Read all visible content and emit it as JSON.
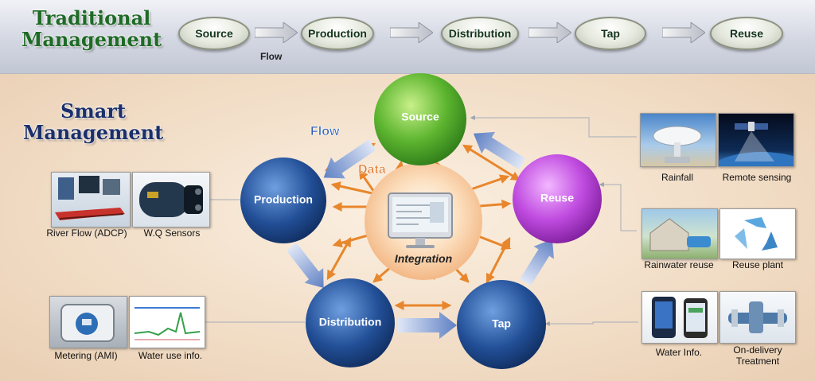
{
  "traditional": {
    "title_line1": "Traditional",
    "title_line2": "Management",
    "steps": [
      "Source",
      "Production",
      "Distribution",
      "Tap",
      "Reuse"
    ],
    "flow_label": "Flow"
  },
  "smart": {
    "title_line1": "Smart",
    "title_line2": "Management",
    "nodes": {
      "source": "Source",
      "production": "Production",
      "reuse": "Reuse",
      "distribution": "Distribution",
      "tap": "Tap"
    },
    "flow_label": "Flow",
    "data_label": "Data",
    "center_label": "Integration"
  },
  "captions": {
    "river_flow": "River Flow (ADCP)",
    "wq_sensors": "W.Q Sensors",
    "metering": "Metering (AMI)",
    "water_use": "Water use info.",
    "rainfall": "Rainfall",
    "remote_sensing": "Remote sensing",
    "rainwater_reuse": "Rainwater reuse",
    "reuse_plant": "Reuse plant",
    "water_info": "Water Info.",
    "on_delivery_line1": "On-delivery",
    "on_delivery_line2": "Treatment"
  },
  "colors": {
    "source_node": "#4fae2f",
    "production_node": "#1f4f98",
    "reuse_node": "#b93fd8",
    "distribution_node": "#1f4f98",
    "tap_node": "#1f4f98",
    "data_arrow": "#e8862c",
    "flow_arrow": "#6f8fc9",
    "traditional_title": "#1e6a26",
    "smart_title": "#1b2f6b"
  }
}
